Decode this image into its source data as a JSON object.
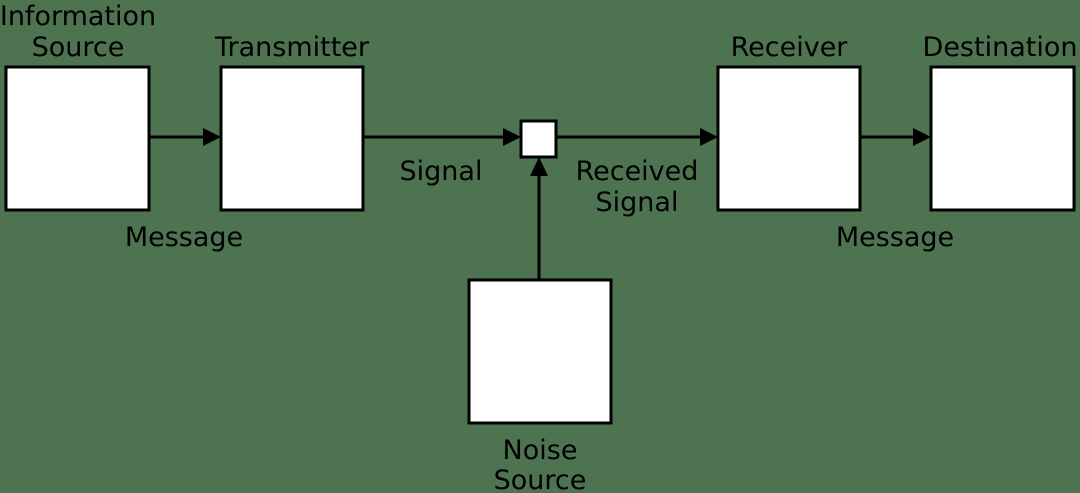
{
  "blocks": {
    "information_source": {
      "label_line1": "Information",
      "label_line2": "Source"
    },
    "transmitter": {
      "label": "Transmitter"
    },
    "receiver": {
      "label": "Receiver"
    },
    "destination": {
      "label": "Destination"
    },
    "noise_source": {
      "label_line1": "Noise",
      "label_line2": "Source"
    }
  },
  "edges": {
    "message_in": "Message",
    "signal": "Signal",
    "received_signal_line1": "Received",
    "received_signal_line2": "Signal",
    "message_out": "Message"
  },
  "colors": {
    "background": "#4d7350",
    "box_fill": "#ffffff",
    "stroke": "#000000"
  }
}
